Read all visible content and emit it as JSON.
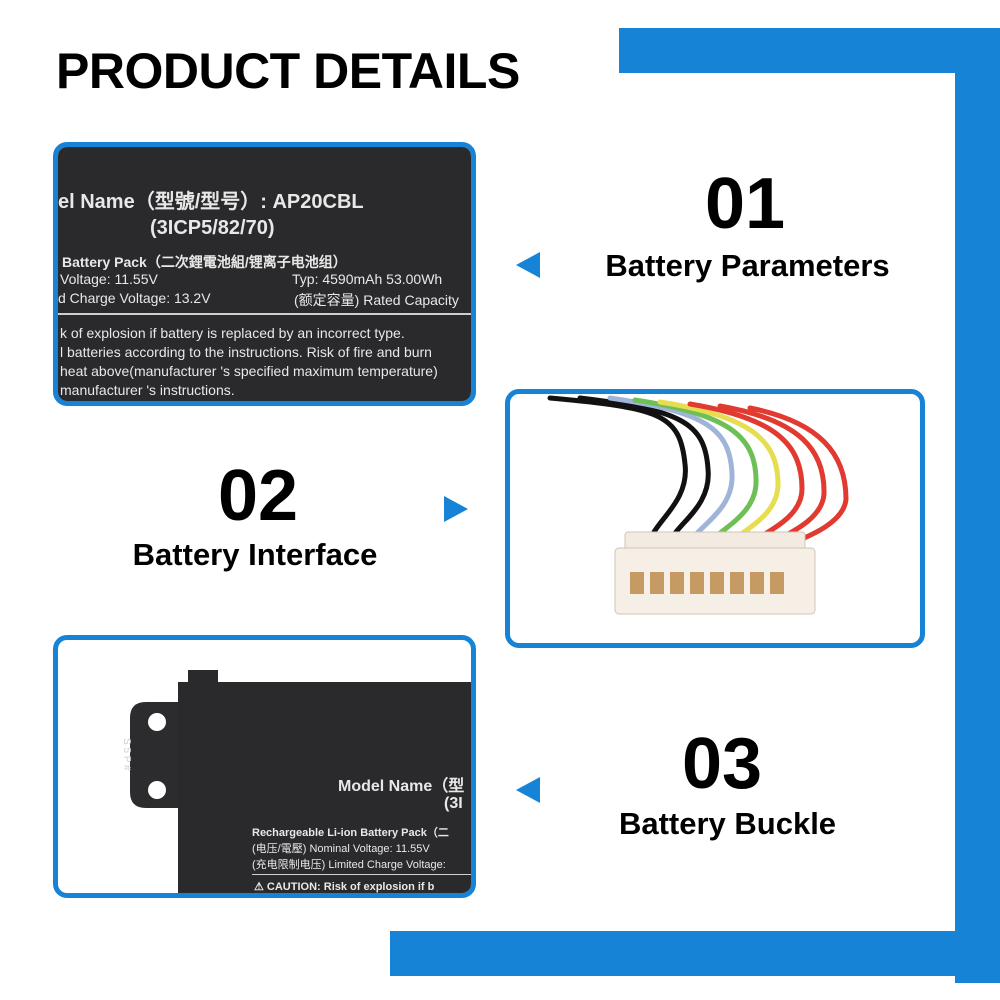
{
  "title": "PRODUCT DETAILS",
  "colors": {
    "accent": "#1683d6",
    "text": "#000000",
    "label_bg": "#2a2a2c"
  },
  "sections": [
    {
      "number": "01",
      "caption": "Battery Parameters"
    },
    {
      "number": "02",
      "caption": "Battery Interface"
    },
    {
      "number": "03",
      "caption": "Battery Buckle"
    }
  ],
  "label1": {
    "model_line": "el Name（型號/型号）:  AP20CBL",
    "cell_code": "(3ICP5/82/70)",
    "pack_line": "Battery Pack（二次鋰電池組/锂离子电池组）",
    "voltage": "Voltage: 11.55V",
    "typ": "Typ: 4590mAh  53.00Wh",
    "charge": "d Charge Voltage: 13.2V",
    "rated": "(额定容量) Rated Capacity",
    "warn1": "k of explosion if battery is replaced by an incorrect type.",
    "warn2": "l batteries according to the instructions. Risk of fire and burn",
    "warn3": "heat above(manufacturer 's specified maximum temperature)",
    "warn4": "manufacturer 's instructions."
  },
  "label3": {
    "model": "Model Name（型",
    "code": "(3I",
    "pack": "Rechargeable Li-ion Battery Pack（二",
    "nominal": "(电压/電壓) Nominal Voltage: 11.55V",
    "limited": "(充电限制电压) Limited Charge Voltage:",
    "caution": "⚠ CAUTION:  Risk of explosion if b",
    "tab_marks": "S 5 P #"
  }
}
